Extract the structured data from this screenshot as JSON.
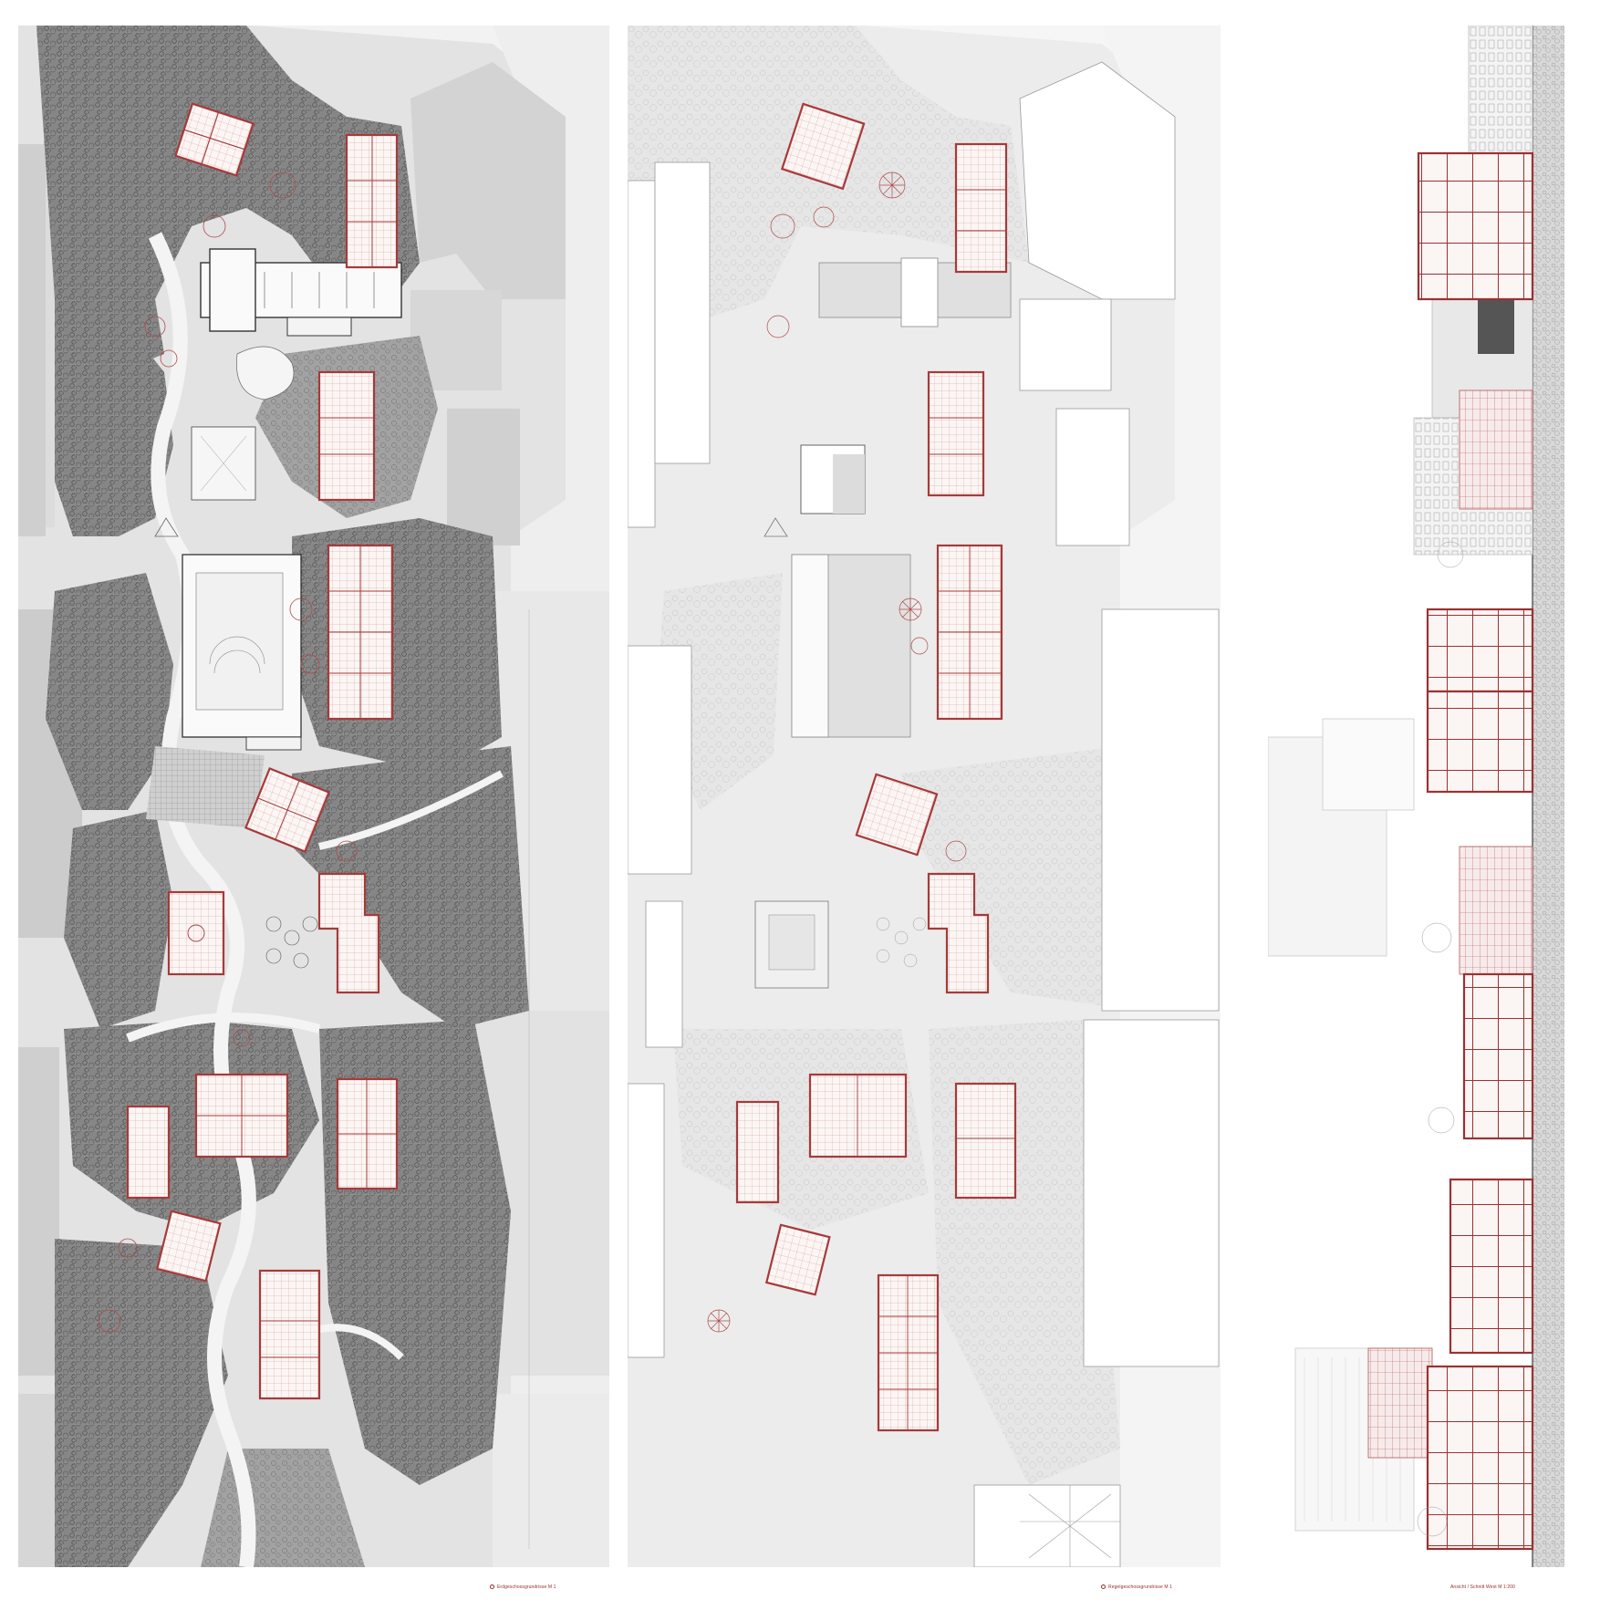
{
  "colors": {
    "background": "#ffffff",
    "ground": "#e4e4e4",
    "street": "#efefef",
    "neighbour_block": "#d2d2d2",
    "neighbour_block_light": "#f3f3f3",
    "vegetation_dense": "#7d7d7d",
    "vegetation_light": "#d9d9d9",
    "path": "#f6f6f6",
    "plan_red": "#a63a3a",
    "plan_fill": "#faf4f2",
    "existing_building": "#f7f7f7",
    "line_dark": "#444444"
  },
  "captions": {
    "panel_1": "Erdgeschossgrundrisse M 1",
    "panel_2": "Regelgeschossgrundrisse M 1",
    "panel_3": "Ansicht / Schnitt West M 1:200"
  }
}
